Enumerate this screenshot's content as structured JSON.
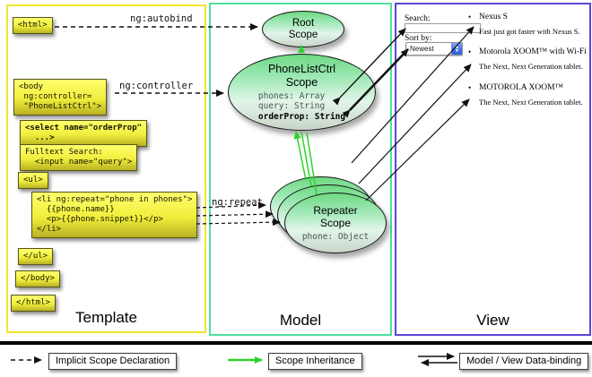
{
  "columns": {
    "template": {
      "label": "Template",
      "border_color": "#f0e62a"
    },
    "model": {
      "label": "Model",
      "border_color": "#4fe0a0"
    },
    "view": {
      "label": "View",
      "border_color": "#5a45d8"
    }
  },
  "arrow_labels": {
    "autobind": "ng:autobind",
    "controller": "ng:controller",
    "repeat": "ng:repeat"
  },
  "template_boxes": {
    "html_open": "<html>",
    "body_open": "<body\n ng:controller=\n \"PhoneListCtrl\">",
    "select": "<select name=\"orderProp\"\n  ...>",
    "fulltext": "Fulltext Search:\n  <input name=\"query\">",
    "ul_open": "<ul>",
    "li_repeat": "<li ng:repeat=\"phone in phones\">\n  {{phone.name}}\n  <p>{{phone.snippet}}</p>\n</li>",
    "ul_close": "</ul>",
    "body_close": "</body>",
    "html_close": "</html>"
  },
  "scopes": {
    "root": {
      "title": "Root\nScope"
    },
    "phonelist": {
      "title": "PhoneListCtrl\nScope",
      "props": [
        "phones: Array",
        "query: String"
      ],
      "bold_prop": "orderProp: String"
    },
    "repeater": {
      "title": "Repeater\nScope",
      "prop": "phone: Object"
    }
  },
  "view_panel": {
    "search_label": "Search:",
    "search_value": "",
    "sort_label": "Sort by:",
    "sort_value": "Newest",
    "items": [
      {
        "bullet": "•",
        "title": "Nexus S",
        "snippet": "Fast just got faster with Nexus S."
      },
      {
        "bullet": "•",
        "title": "Motorola XOOM™ with Wi-Fi",
        "snippet": "The Next, Next Generation tablet."
      },
      {
        "bullet": "•",
        "title": "MOTOROLA XOOM™",
        "snippet": "The Next, Next Generation tablet."
      }
    ]
  },
  "legend": {
    "implicit": "Implicit Scope Declaration",
    "inheritance": "Scope Inheritance",
    "binding": "Model / View Data-binding"
  },
  "colors": {
    "scope_green_top": "#6fd983",
    "inheritance_green": "#2ad42a",
    "arrow_black": "#111111",
    "box_yellow": "#f0ee3c"
  }
}
